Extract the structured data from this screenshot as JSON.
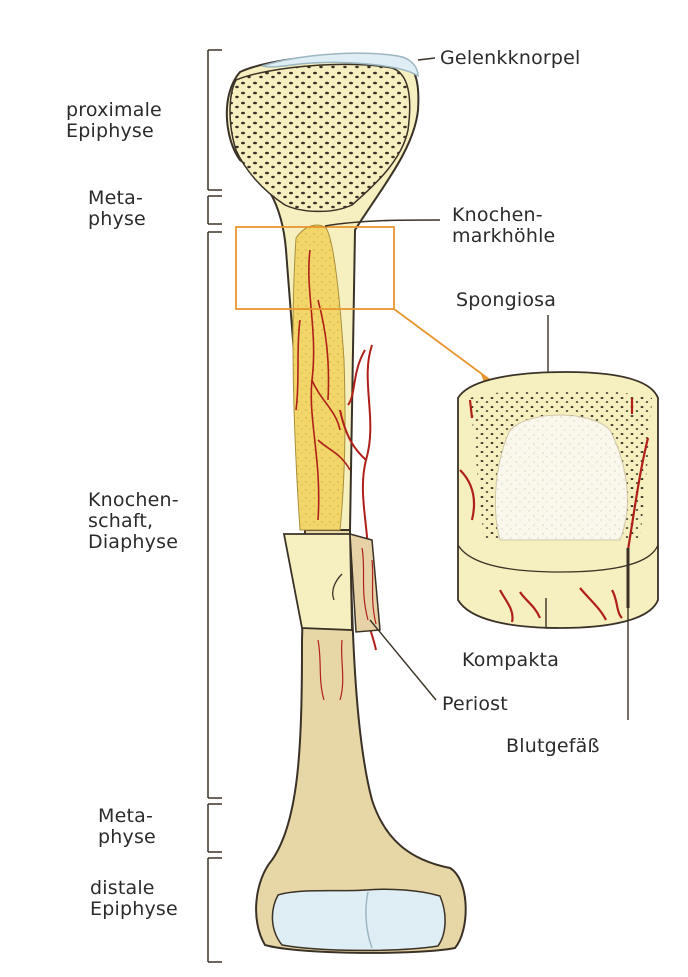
{
  "left_labels": {
    "proximal_epiphysis": [
      "proximale",
      "Epiphyse"
    ],
    "upper_metaphysis": [
      "Meta-",
      "physe"
    ],
    "diaphysis": [
      "Knochen-",
      "schaft,",
      "Diaphyse"
    ],
    "lower_metaphysis": [
      "Meta-",
      "physe"
    ],
    "distal_epiphysis": [
      "distale",
      "Epiphyse"
    ]
  },
  "right_labels": {
    "cartilage": "Gelenkknorpel",
    "marrow_cavity": [
      "Knochen-",
      "markhöhle"
    ],
    "spongiosa": "Spongiosa",
    "kompakta": "Kompakta",
    "periost": "Periost",
    "blood_vessel": "Blutgefäß"
  },
  "colors": {
    "bone_cream": "#f6f0c0",
    "bone_tan": "#e8d7a6",
    "marrow_yellow": "#f2d560",
    "vessel_red": "#b0201a",
    "cartilage_blue": "#dfeef4",
    "highlight_orange": "#e8962f",
    "outline": "#3a3226"
  }
}
